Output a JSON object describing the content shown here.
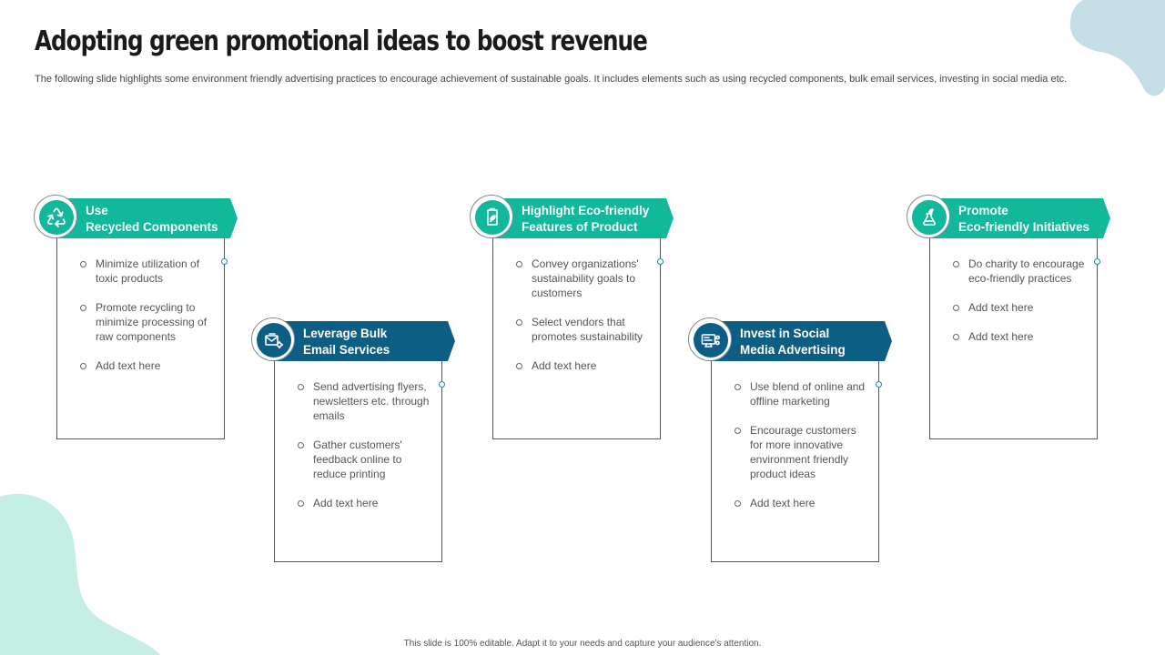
{
  "header": {
    "title": "Adopting green promotional ideas to boost revenue",
    "subtitle": "The following slide highlights some environment friendly advertising practices to encourage achievement of sustainable goals. It includes elements such as using recycled components, bulk email services, investing in social media etc."
  },
  "footer": {
    "text": "This slide is 100% editable. Adapt it to your needs and capture your audience's attention."
  },
  "colors": {
    "teal": "#11b89a",
    "blue": "#0d5e84",
    "circle_border": "#7d8b91",
    "blob_blue": "#c5dde6",
    "blob_mint": "#c5eee4"
  },
  "cards": [
    {
      "title_line1": "Use",
      "title_line2": "Recycled Components",
      "icon": "recycle-icon",
      "bullets": [
        "Minimize utilization of toxic products",
        "Promote recycling to minimize processing of raw components",
        "Add text here"
      ]
    },
    {
      "title_line1": "Leverage Bulk",
      "title_line2": "Email Services",
      "icon": "email-gear-icon",
      "bullets": [
        "Send advertising flyers, newsletters etc. through emails",
        "Gather customers' feedback online to reduce printing",
        "Add text here"
      ]
    },
    {
      "title_line1": "Highlight Eco-friendly",
      "title_line2": "Features of Product",
      "icon": "eco-product-icon",
      "bullets": [
        "Convey organizations' sustainability goals to customers",
        "Select vendors that promotes sustainability",
        "Add text here"
      ]
    },
    {
      "title_line1": "Invest in Social",
      "title_line2": "Media Advertising",
      "icon": "social-media-icon",
      "bullets": [
        "Use blend of online and offline marketing",
        "Encourage customers for more innovative environment friendly product ideas",
        "Add text here"
      ]
    },
    {
      "title_line1": "Promote",
      "title_line2": "Eco-friendly Initiatives",
      "icon": "eco-flask-icon",
      "bullets": [
        "Do charity to encourage eco-friendly practices",
        "Add text here",
        "Add text here"
      ]
    }
  ]
}
